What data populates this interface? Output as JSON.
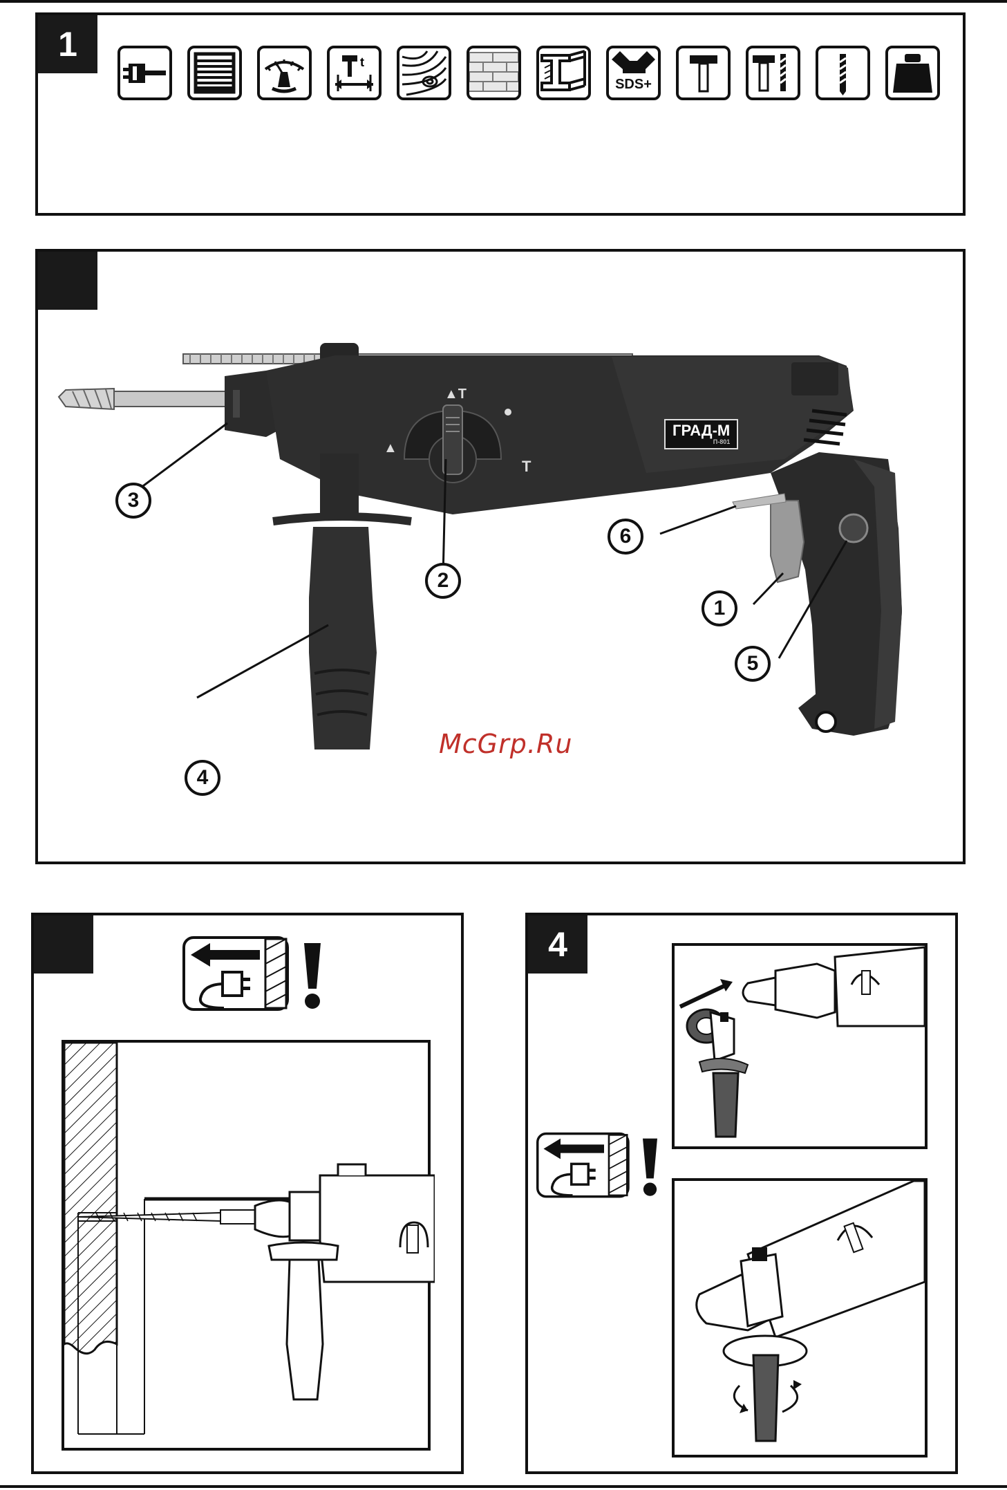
{
  "panels": {
    "p1": {
      "number": "1"
    },
    "p2": {
      "number": ""
    },
    "p3": {
      "number": ""
    },
    "p4": {
      "number": "4"
    }
  },
  "spec_icons": [
    {
      "icon": "plug-icon"
    },
    {
      "icon": "motor-icon"
    },
    {
      "icon": "speed-gauge-icon"
    },
    {
      "icon": "impact-energy-icon"
    },
    {
      "icon": "wood-icon"
    },
    {
      "icon": "brick-icon"
    },
    {
      "icon": "steel-beam-icon"
    },
    {
      "icon": "sds-plus-icon",
      "text": "SDS+"
    },
    {
      "icon": "hammer-mode-icon"
    },
    {
      "icon": "hammer-drill-mode-icon"
    },
    {
      "icon": "drill-mode-icon"
    },
    {
      "icon": "weight-icon"
    }
  ],
  "tool": {
    "brand": "ГРАД-М",
    "model": "П-801"
  },
  "callouts": [
    "1",
    "2",
    "3",
    "4",
    "5",
    "6"
  ],
  "watermark": "McGrp.Ru",
  "colors": {
    "ink": "#111111",
    "tool_body": "#2a2a2a",
    "trigger": "#9a9a9a",
    "watermark": "#c0302a"
  }
}
